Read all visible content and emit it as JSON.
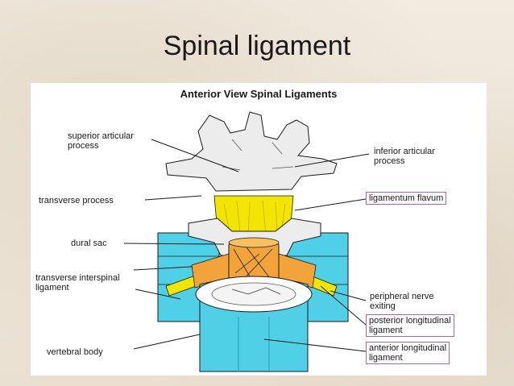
{
  "slide": {
    "title": "Spinal ligament"
  },
  "diagram": {
    "title": "Anterior View Spinal Ligaments",
    "labels": {
      "superior_articular_process": "superior articular\nprocess",
      "inferior_articular_process": "inferior articular\nprocess",
      "transverse_process": "transverse process",
      "ligamentum_flavum": "ligamentum flavum",
      "dural_sac": "dural sac",
      "transverse_interspinal_ligament": "transverse interspinal\nligament",
      "peripheral_nerve_exiting": "peripheral nerve\nexiting",
      "posterior_longitudinal_ligament": "posterior longitudinal\nligament",
      "vertebral_body": "vertebral body",
      "anterior_longitudinal_ligament": "anterior longitudinal\nligament"
    },
    "colors": {
      "box_border": "#a86aa0",
      "ligament_blue": "#4fd0e6",
      "flavum_yellow": "#f2e600",
      "dural_orange": "#f2a43a",
      "bone": "#ececec"
    }
  }
}
